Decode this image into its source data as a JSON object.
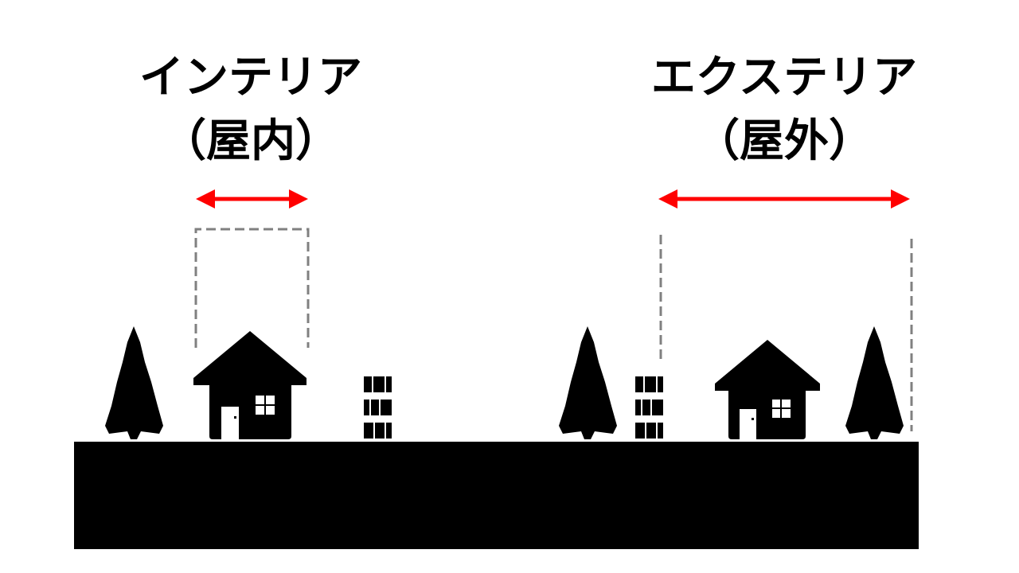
{
  "interior": {
    "title": "インテリア",
    "subtitle": "（屋内）"
  },
  "exterior": {
    "title": "エクステリア",
    "subtitle": "（屋外）"
  },
  "colors": {
    "arrow": "#ff0000",
    "dash": "#808080",
    "ground": "#000000"
  },
  "icons": [
    "tree-icon",
    "house-icon",
    "fence-icon",
    "double-arrow-icon"
  ]
}
